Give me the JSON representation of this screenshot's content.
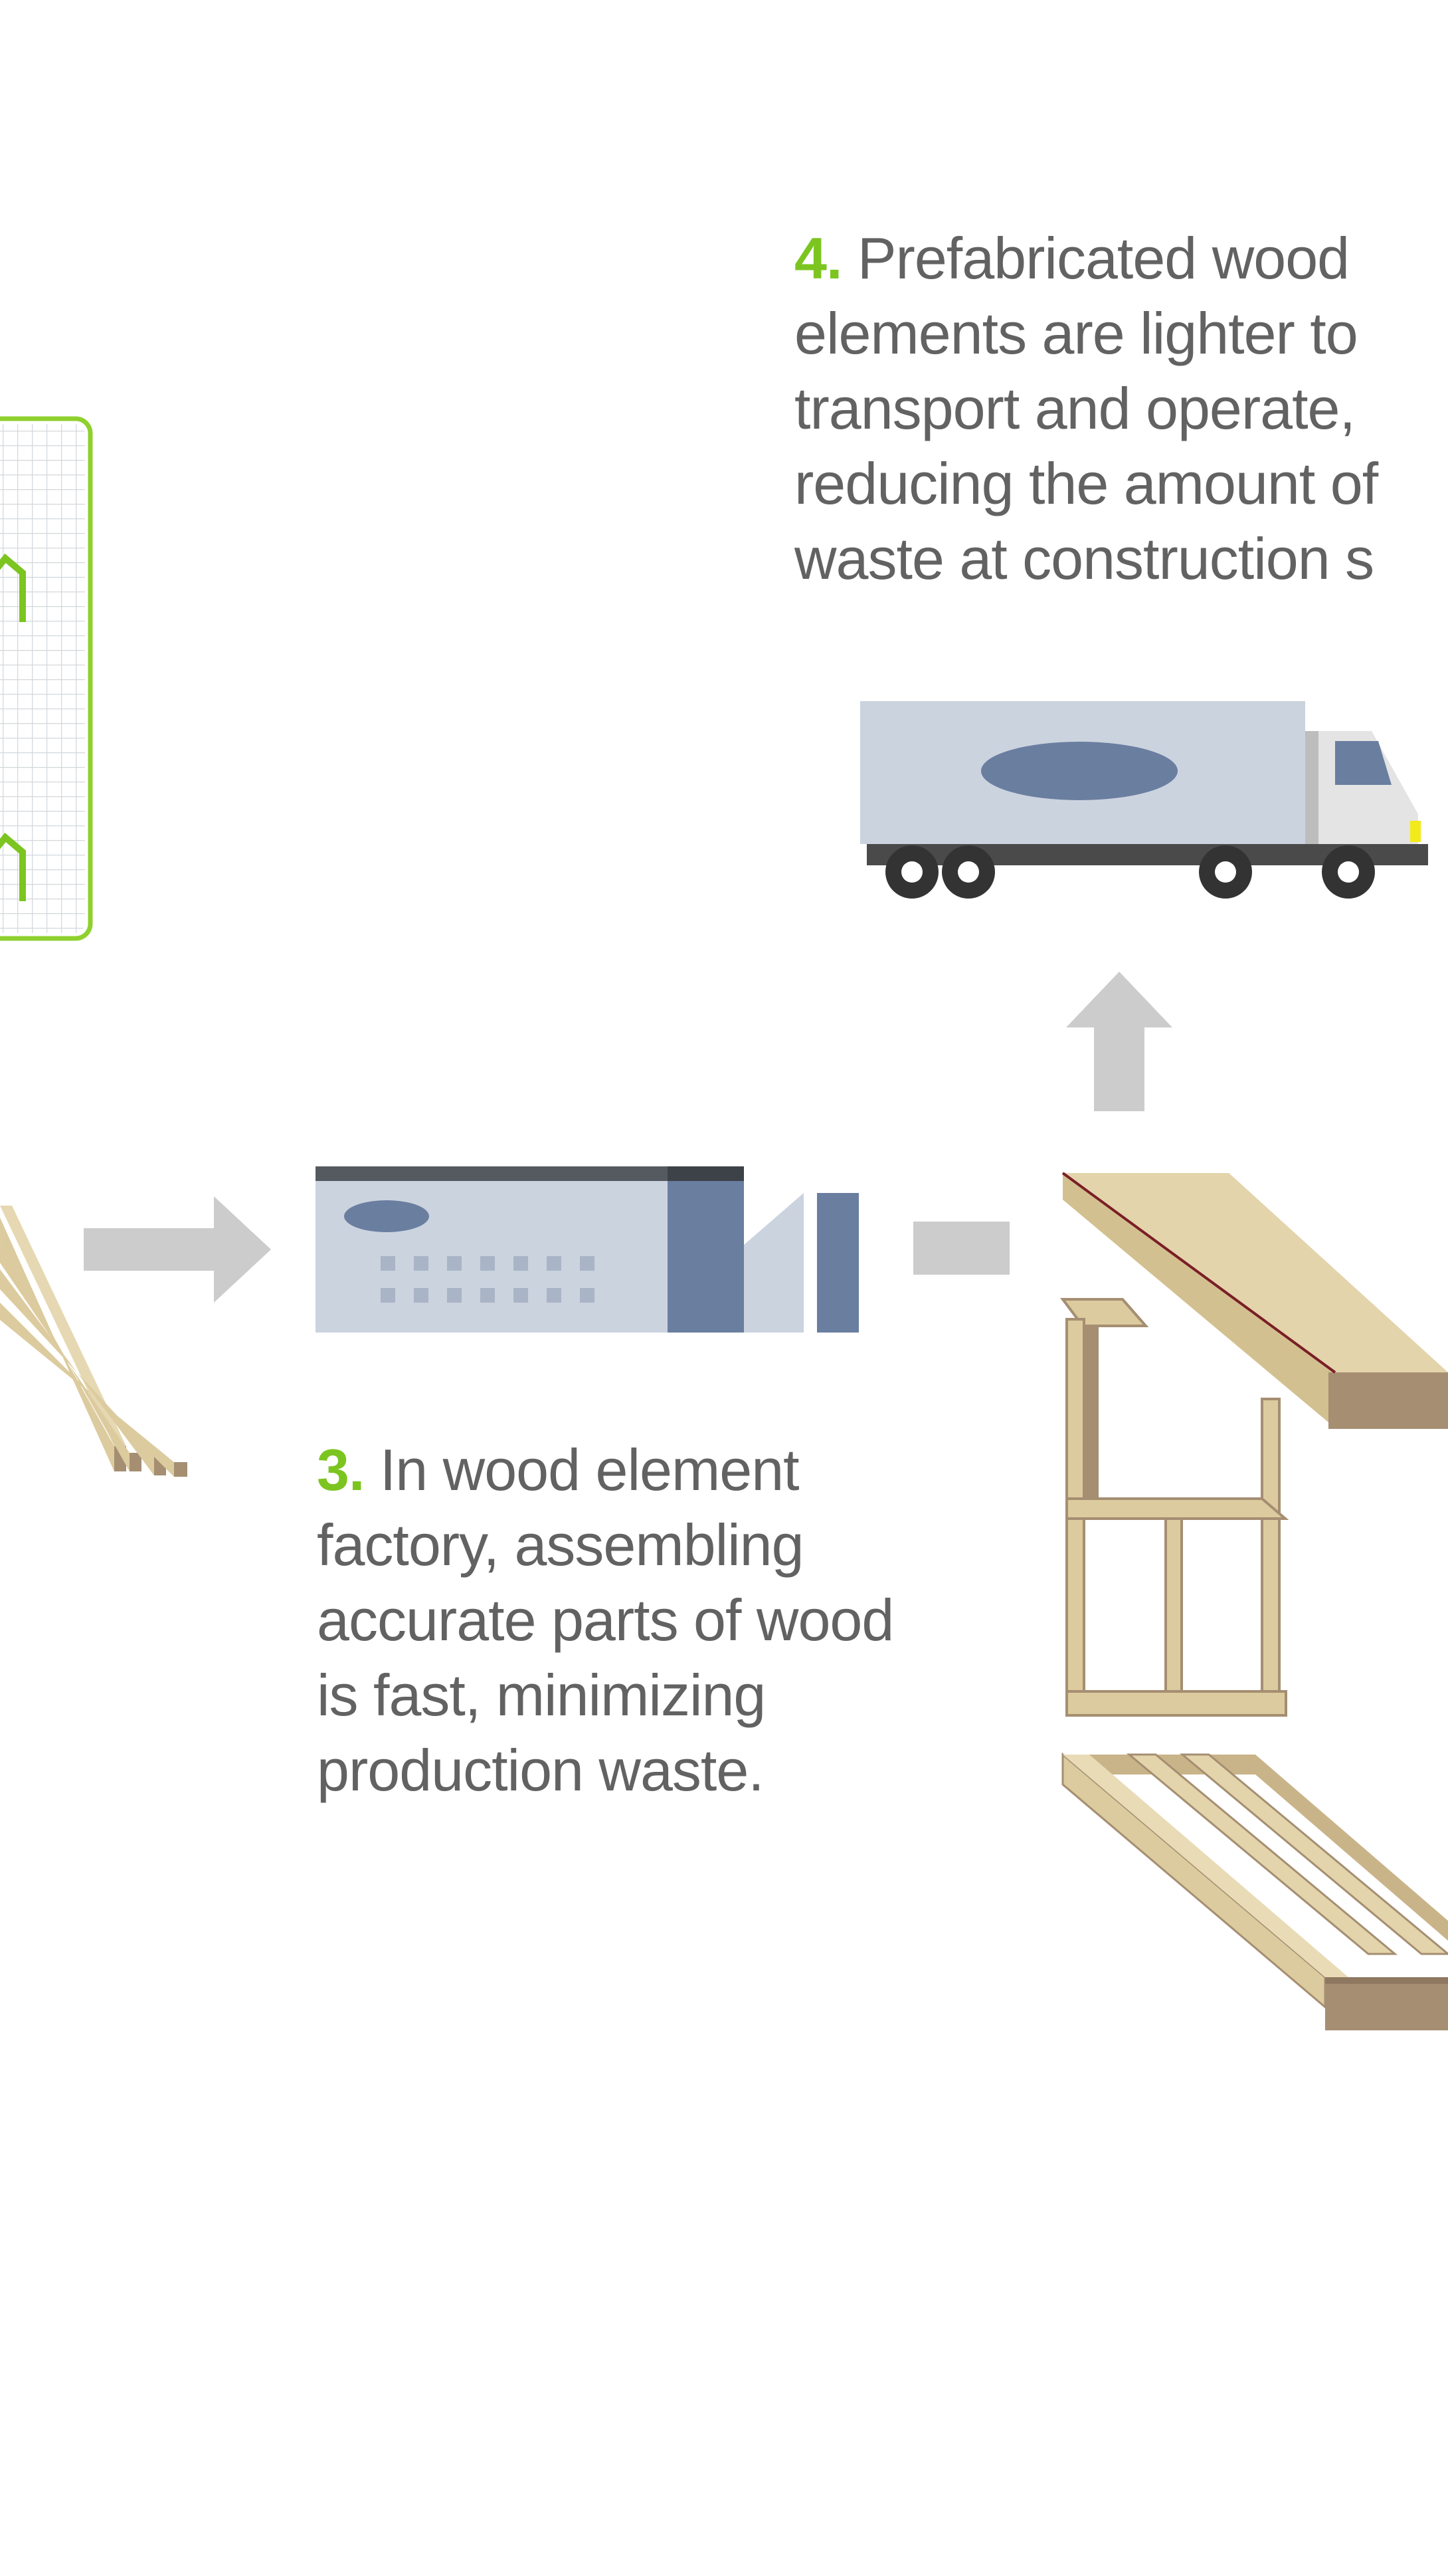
{
  "steps": [
    {
      "number": "3.",
      "lines": [
        "In wood element",
        "factory, assembling",
        "accurate parts of wood",
        "is fast, minimizing",
        "production waste."
      ]
    },
    {
      "number": "4.",
      "lines": [
        "Prefabricated wood",
        "elements are lighter to",
        "transport and operate,",
        "reducing the amount of",
        "waste at construction s"
      ]
    }
  ],
  "colors": {
    "accent_green": "#7cc520",
    "caption_text": "#626262",
    "arrow_gray": "#cccccc",
    "steel_light": "#cbd3df",
    "steel_dark": "#6a7ea0",
    "wood_light": "#dccb9e",
    "wood_dark": "#a58e72"
  },
  "icons": [
    "blueprint-grid-icon",
    "lumber-planks-icon",
    "arrow-right-icon",
    "factory-building-icon",
    "connector-bar-icon",
    "arrow-up-icon",
    "truck-icon",
    "wood-panel-icon",
    "wood-frame-icon",
    "wood-floor-icon"
  ]
}
